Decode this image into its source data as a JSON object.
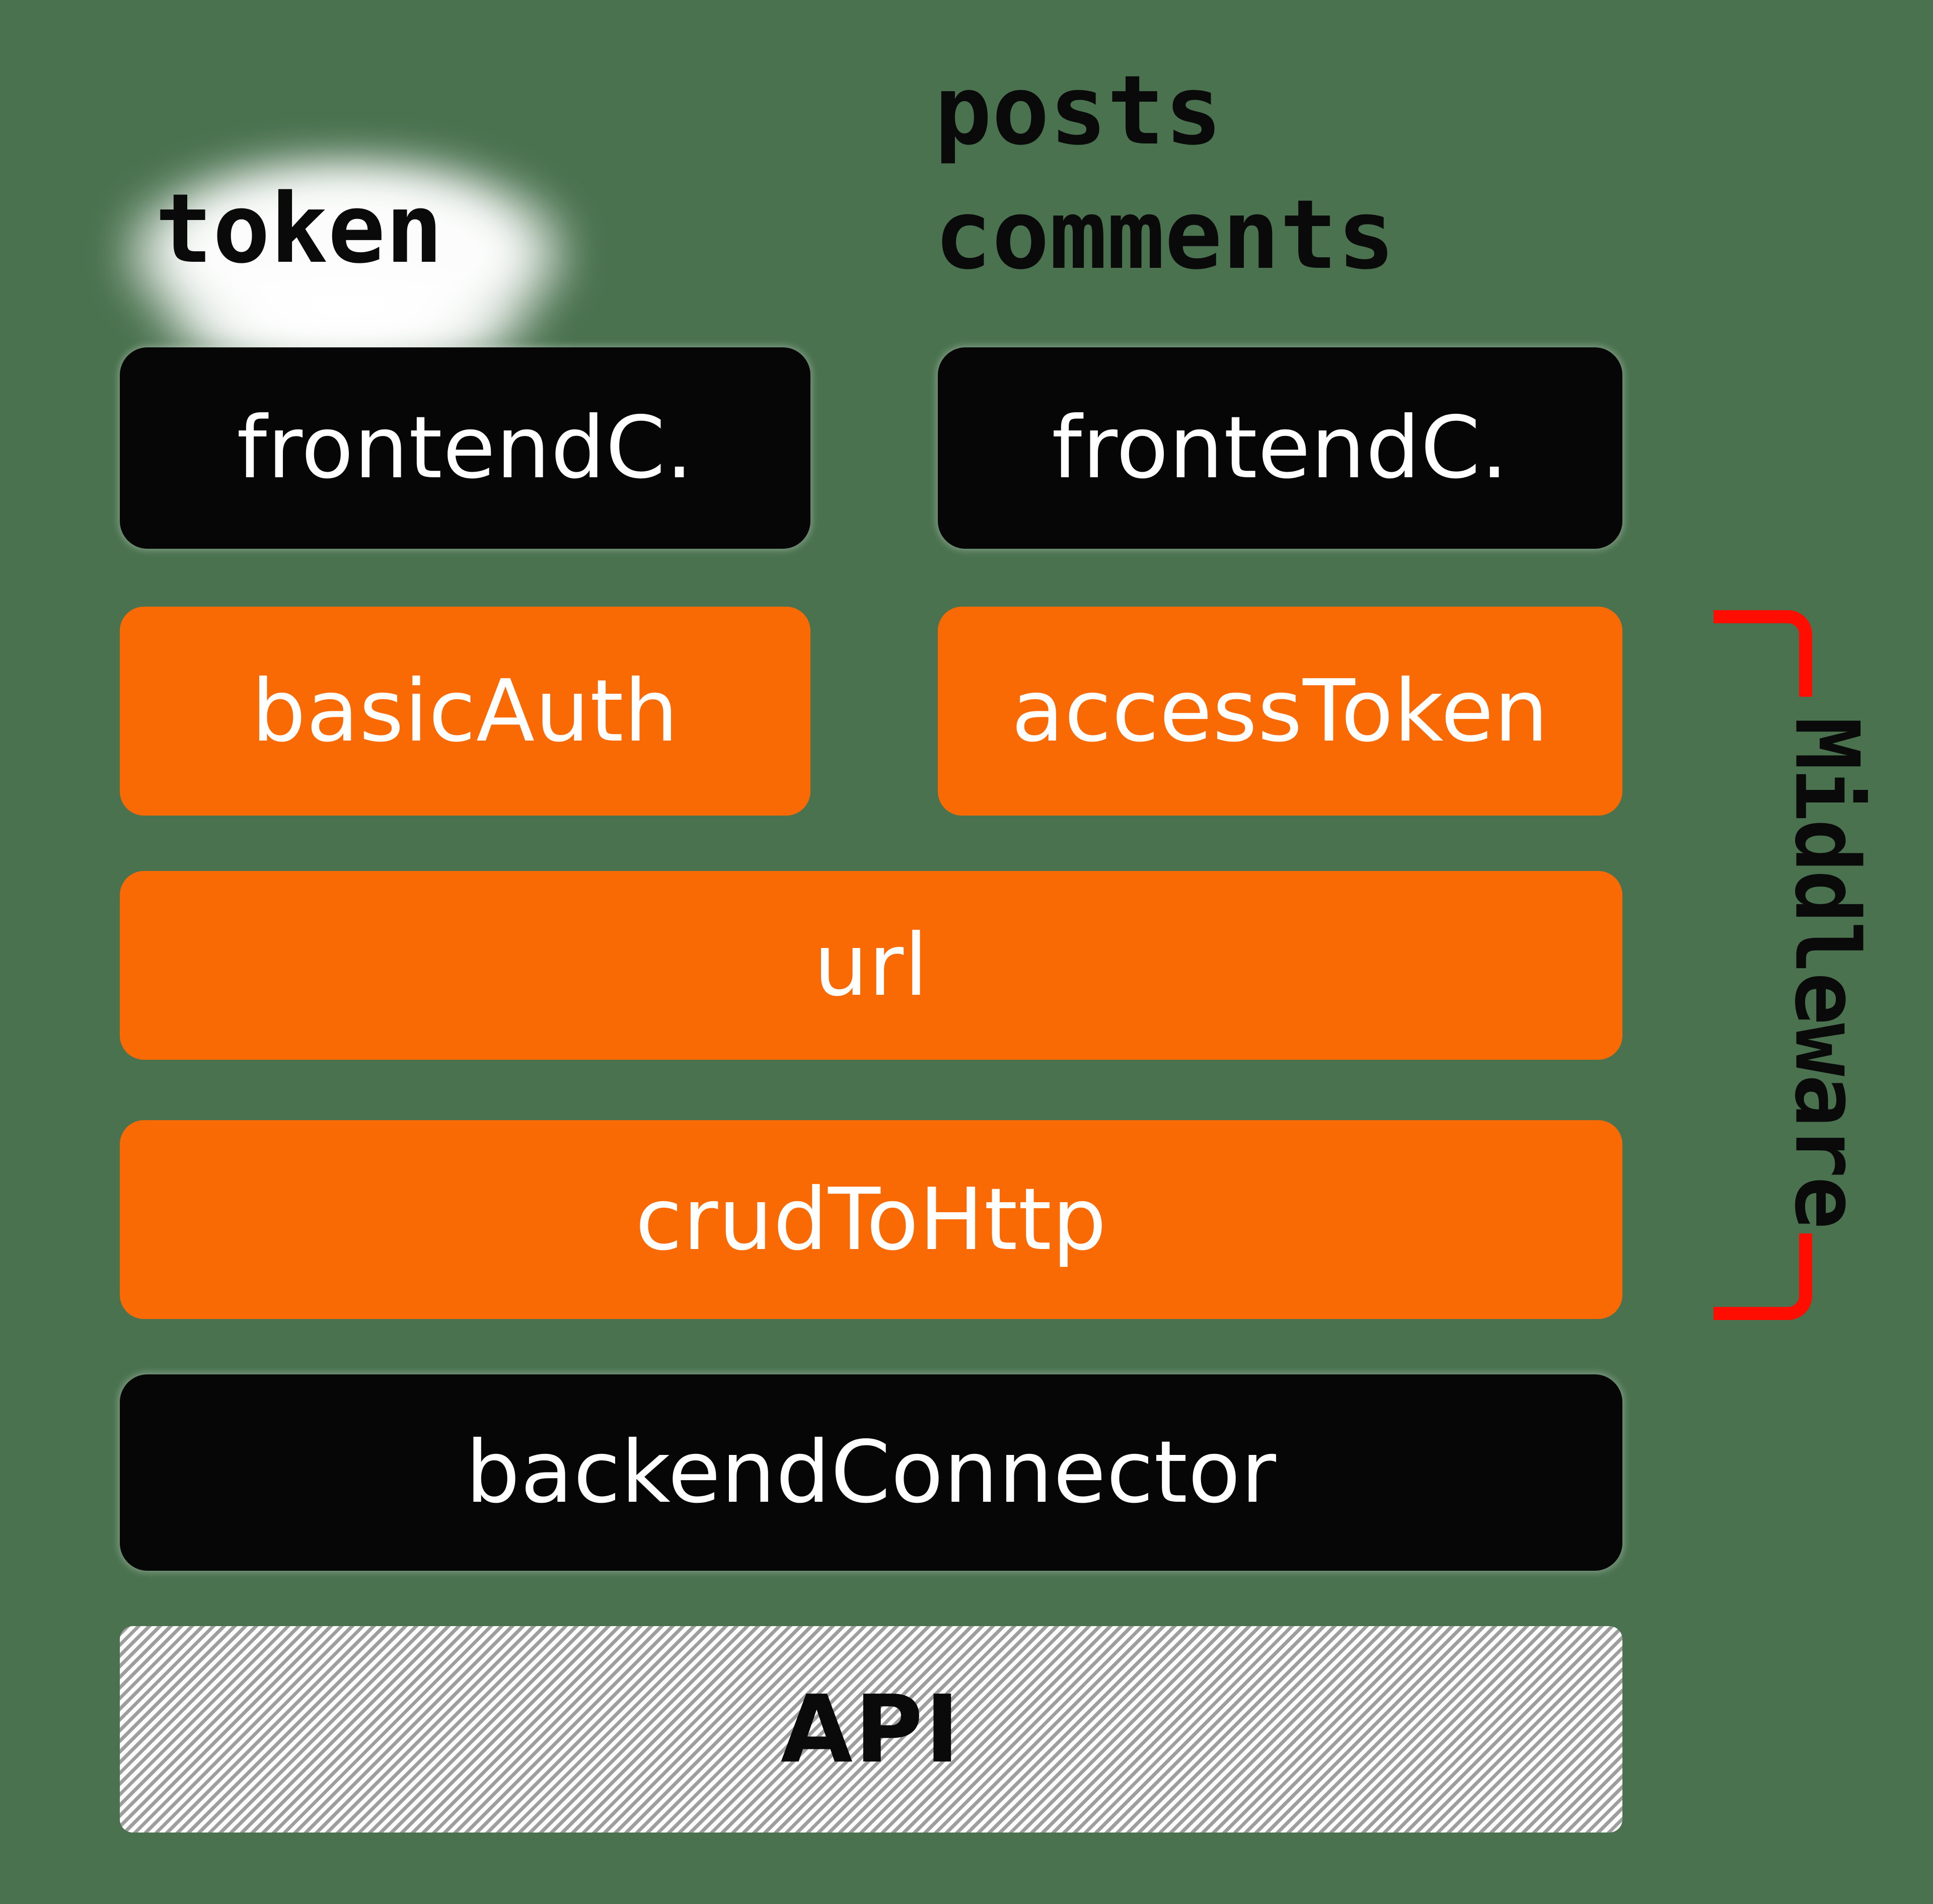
{
  "colors": {
    "bg": "#4A724F",
    "box_black": "#060606",
    "orange": "#F96A04",
    "red": "#FF0E00",
    "text_white": "#FFFFFF",
    "label_black": "#0A0A0A",
    "hatch_gray": "#9E9E9E",
    "hatch_bg": "#FFFFFF"
  },
  "labels": {
    "token": "token",
    "posts_comments": "posts\ncomments",
    "middleware": "Middleware"
  },
  "boxes": {
    "frontend_left": "frontendC.",
    "frontend_right": "frontendC.",
    "basic_auth": "basicAuth",
    "access_token": "accessToken",
    "url": "url",
    "crud_to_http": "crudToHttp",
    "backend_connector": "backendConnector",
    "api": "API"
  }
}
